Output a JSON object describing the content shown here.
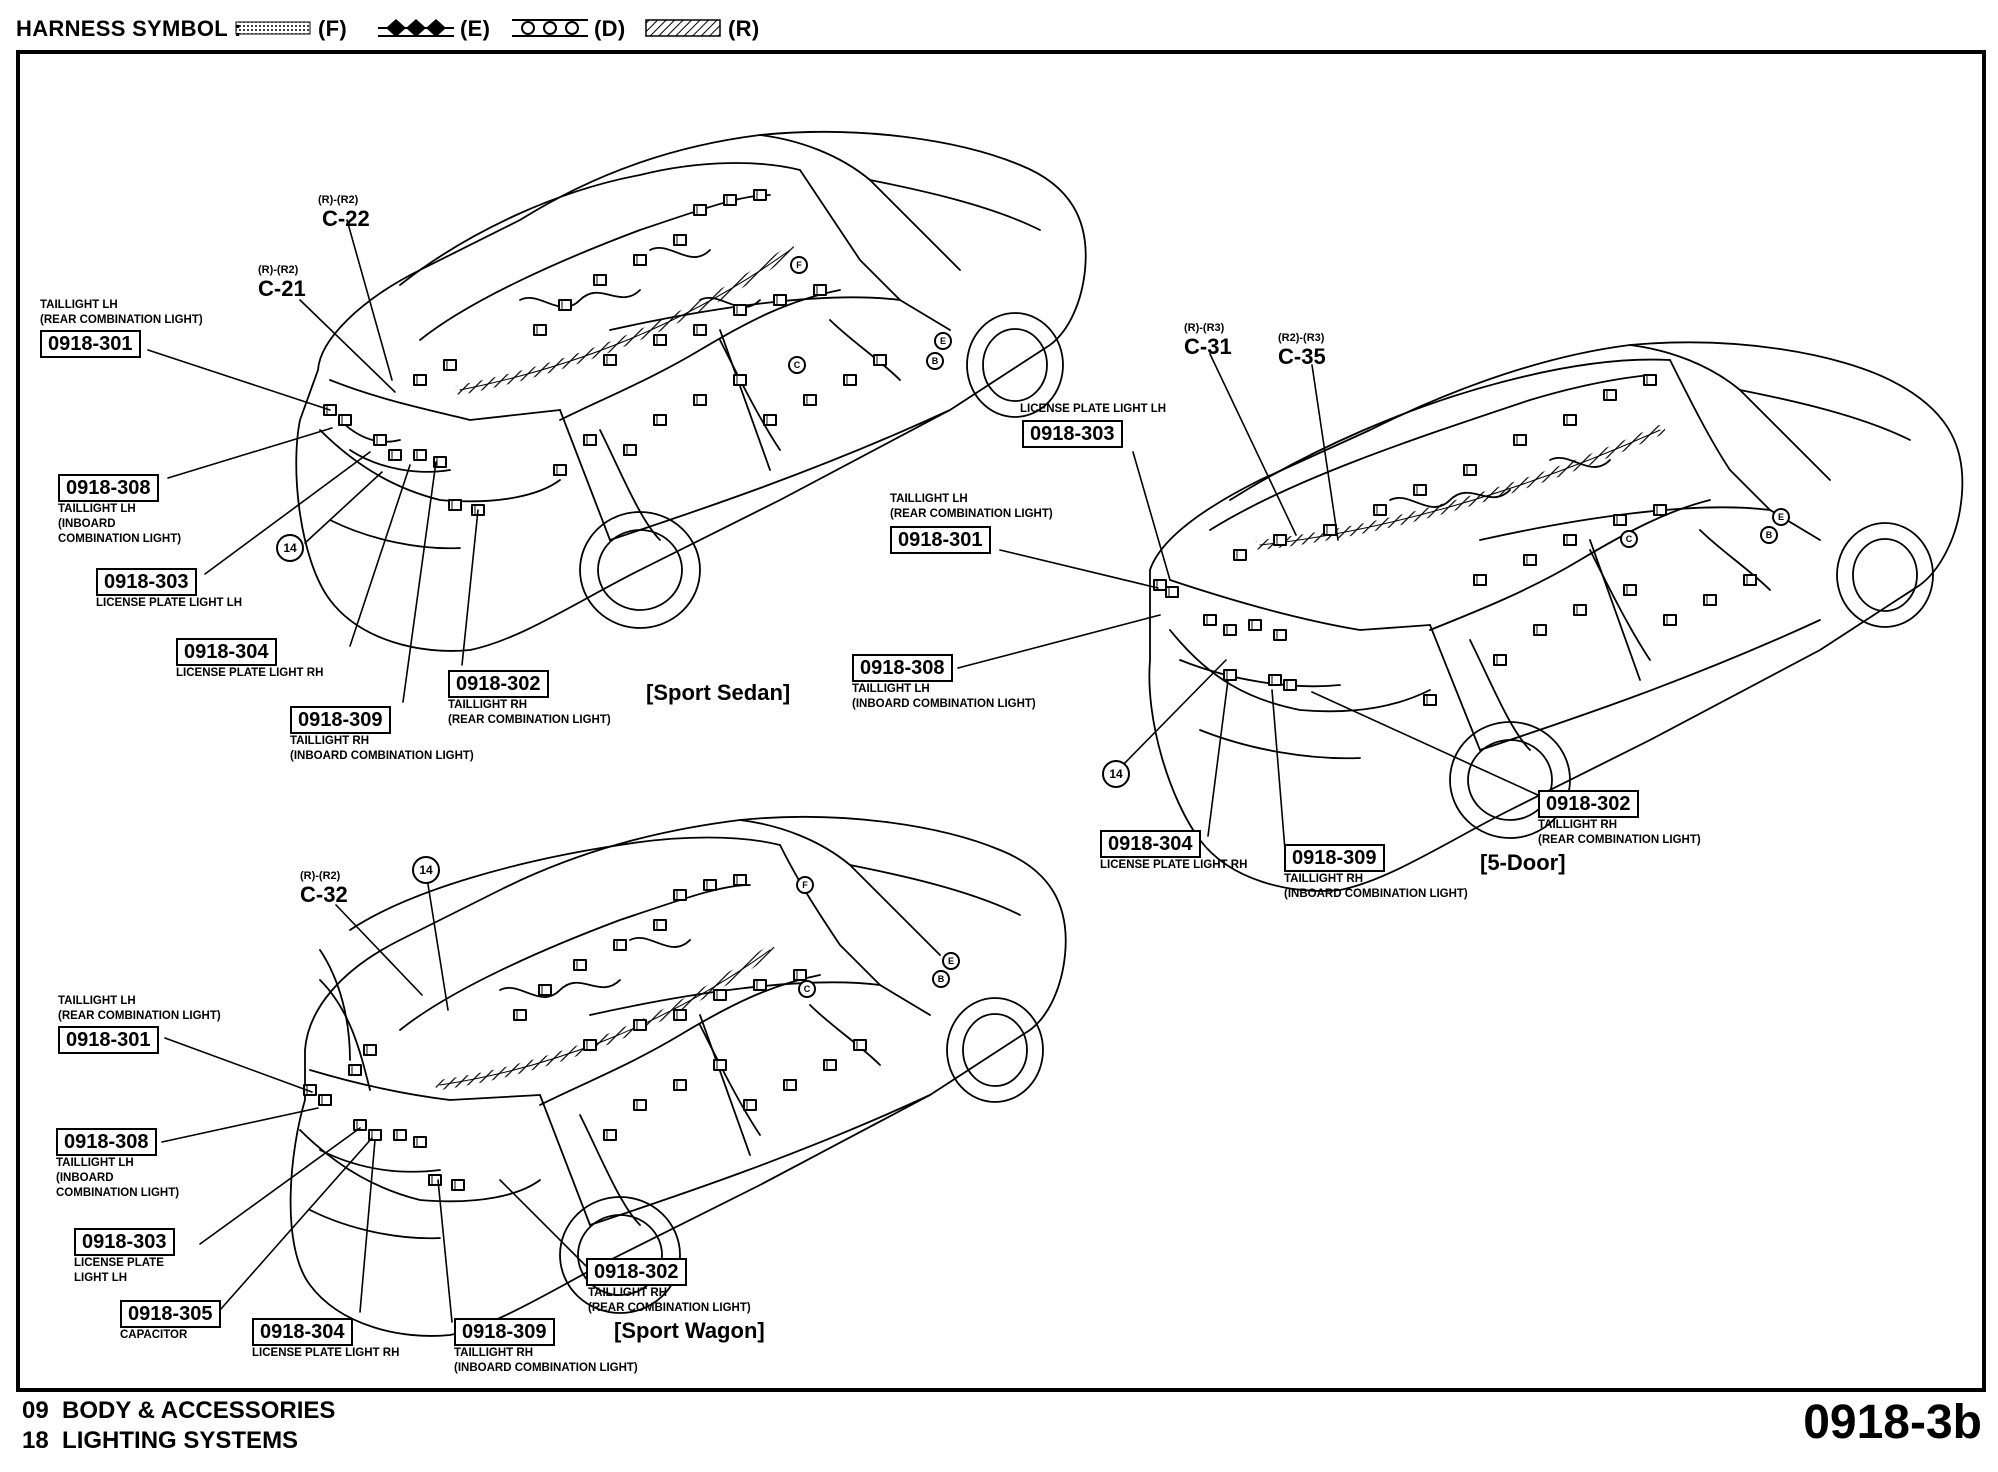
{
  "legend": {
    "title": "HARNESS SYMBOL :",
    "items": [
      {
        "code": "(F)",
        "symbol": "dotted"
      },
      {
        "code": "(E)",
        "symbol": "diamonds"
      },
      {
        "code": "(D)",
        "symbol": "circles"
      },
      {
        "code": "(R)",
        "symbol": "hatched"
      }
    ]
  },
  "views": {
    "sedan": {
      "model": "[Sport Sedan]",
      "connectors": [
        {
          "harness": "(R)-(R2)",
          "id": "C-22"
        },
        {
          "harness": "(R)-(R2)",
          "id": "C-21"
        }
      ],
      "labels": [
        {
          "code": "0918-301",
          "caption": [
            "TAILLIGHT LH",
            "(REAR COMBINATION LIGHT)"
          ]
        },
        {
          "code": "0918-308",
          "caption": [
            "TAILLIGHT LH",
            "(INBOARD",
            "COMBINATION LIGHT)"
          ]
        },
        {
          "code": "0918-303",
          "caption": [
            "LICENSE PLATE LIGHT LH"
          ]
        },
        {
          "code": "0918-304",
          "caption": [
            "LICENSE PLATE LIGHT RH"
          ]
        },
        {
          "code": "0918-309",
          "caption": [
            "TAILLIGHT RH",
            "(INBOARD COMBINATION LIGHT)"
          ]
        },
        {
          "code": "0918-302",
          "caption": [
            "TAILLIGHT RH",
            "(REAR COMBINATION LIGHT)"
          ]
        }
      ],
      "ground": "14",
      "markers": [
        "F",
        "E",
        "B",
        "C"
      ]
    },
    "five_door": {
      "model": "[5-Door]",
      "connectors": [
        {
          "harness": "(R)-(R3)",
          "id": "C-31"
        },
        {
          "harness": "(R2)-(R3)",
          "id": "C-35"
        }
      ],
      "labels": [
        {
          "code": "0918-303",
          "caption": [
            "LICENSE PLATE LIGHT LH"
          ]
        },
        {
          "code": "0918-301",
          "caption": [
            "TAILLIGHT LH",
            "(REAR COMBINATION LIGHT)"
          ]
        },
        {
          "code": "0918-308",
          "caption": [
            "TAILLIGHT LH",
            "(INBOARD COMBINATION LIGHT)"
          ]
        },
        {
          "code": "0918-304",
          "caption": [
            "LICENSE PLATE LIGHT RH"
          ]
        },
        {
          "code": "0918-309",
          "caption": [
            "TAILLIGHT RH",
            "(INBOARD COMBINATION LIGHT)"
          ]
        },
        {
          "code": "0918-302",
          "caption": [
            "TAILLIGHT RH",
            "(REAR COMBINATION LIGHT)"
          ]
        }
      ],
      "ground": "14",
      "markers": [
        "E",
        "B",
        "C"
      ]
    },
    "wagon": {
      "model": "[Sport Wagon]",
      "connectors": [
        {
          "harness": "(R)-(R2)",
          "id": "C-32"
        }
      ],
      "labels": [
        {
          "code": "0918-301",
          "caption": [
            "TAILLIGHT LH",
            "(REAR COMBINATION LIGHT)"
          ]
        },
        {
          "code": "0918-308",
          "caption": [
            "TAILLIGHT LH",
            "(INBOARD",
            "COMBINATION LIGHT)"
          ]
        },
        {
          "code": "0918-303",
          "caption": [
            "LICENSE PLATE",
            "LIGHT LH"
          ]
        },
        {
          "code": "0918-305",
          "caption": [
            "CAPACITOR"
          ]
        },
        {
          "code": "0918-304",
          "caption": [
            "LICENSE PLATE LIGHT RH"
          ]
        },
        {
          "code": "0918-309",
          "caption": [
            "TAILLIGHT RH",
            "(INBOARD COMBINATION LIGHT)"
          ]
        },
        {
          "code": "0918-302",
          "caption": [
            "TAILLIGHT RH",
            "(REAR COMBINATION LIGHT)"
          ]
        }
      ],
      "ground": "14",
      "markers": [
        "F",
        "E",
        "B",
        "C"
      ]
    }
  },
  "footer": {
    "section_num": "09",
    "section_name": "BODY & ACCESSORIES",
    "subsection_num": "18",
    "subsection_name": "LIGHTING SYSTEMS",
    "page_id": "0918-3b"
  }
}
